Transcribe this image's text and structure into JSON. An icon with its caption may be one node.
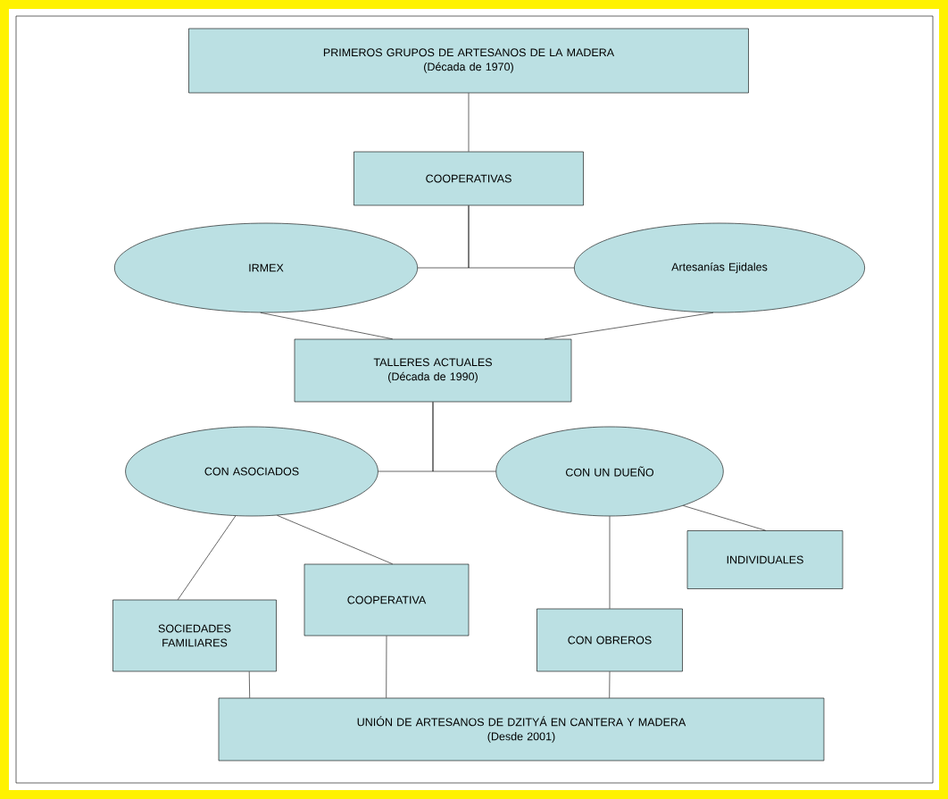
{
  "diagram": {
    "nodes": [
      {
        "text": [
          "PRIMEROS GRUPOS DE ARTESANOS DE LA MADERA",
          "(Década de 1970)"
        ]
      },
      {
        "text": [
          "COOPERATIVAS"
        ]
      },
      {
        "text": [
          "IRMEX"
        ]
      },
      {
        "text": [
          "Artesanías Ejidales"
        ]
      },
      {
        "text": [
          "TALLERES ACTUALES",
          "(Década de 1990)"
        ]
      },
      {
        "text": [
          "CON ASOCIADOS"
        ]
      },
      {
        "text": [
          "CON UN DUEÑO"
        ]
      },
      {
        "text": [
          "INDIVIDUALES"
        ]
      },
      {
        "text": [
          "SOCIEDADES FAMILIARES"
        ]
      },
      {
        "text": [
          "COOPERATIVA"
        ]
      },
      {
        "text": [
          "CON OBREROS"
        ]
      },
      {
        "text": [
          "UNIÓN DE ARTESANOS DE DZITYÁ  EN CANTERA Y MADERA",
          "(Desde 2001)"
        ]
      }
    ],
    "edges": [
      {
        "from": 0,
        "to": 1,
        "arrow": "none"
      },
      {
        "from": 1,
        "to": 2,
        "arrow": "none"
      },
      {
        "from": 1,
        "to": 3,
        "arrow": "none"
      },
      {
        "from": 2,
        "to": 4,
        "arrow": "none"
      },
      {
        "from": 3,
        "to": 4,
        "arrow": "none"
      },
      {
        "from": 4,
        "to": 5,
        "arrow": "none"
      },
      {
        "from": 4,
        "to": 6,
        "arrow": "none"
      },
      {
        "from": 5,
        "to": 8,
        "arrow": "none"
      },
      {
        "from": 5,
        "to": 9,
        "arrow": "none"
      },
      {
        "from": 6,
        "to": 7,
        "arrow": "none"
      },
      {
        "from": 6,
        "to": 10,
        "arrow": "none"
      },
      {
        "from": 8,
        "to": 11,
        "arrow": "none"
      },
      {
        "from": 9,
        "to": 11,
        "arrow": "none"
      },
      {
        "from": 10,
        "to": 11,
        "arrow": "none"
      }
    ]
  }
}
